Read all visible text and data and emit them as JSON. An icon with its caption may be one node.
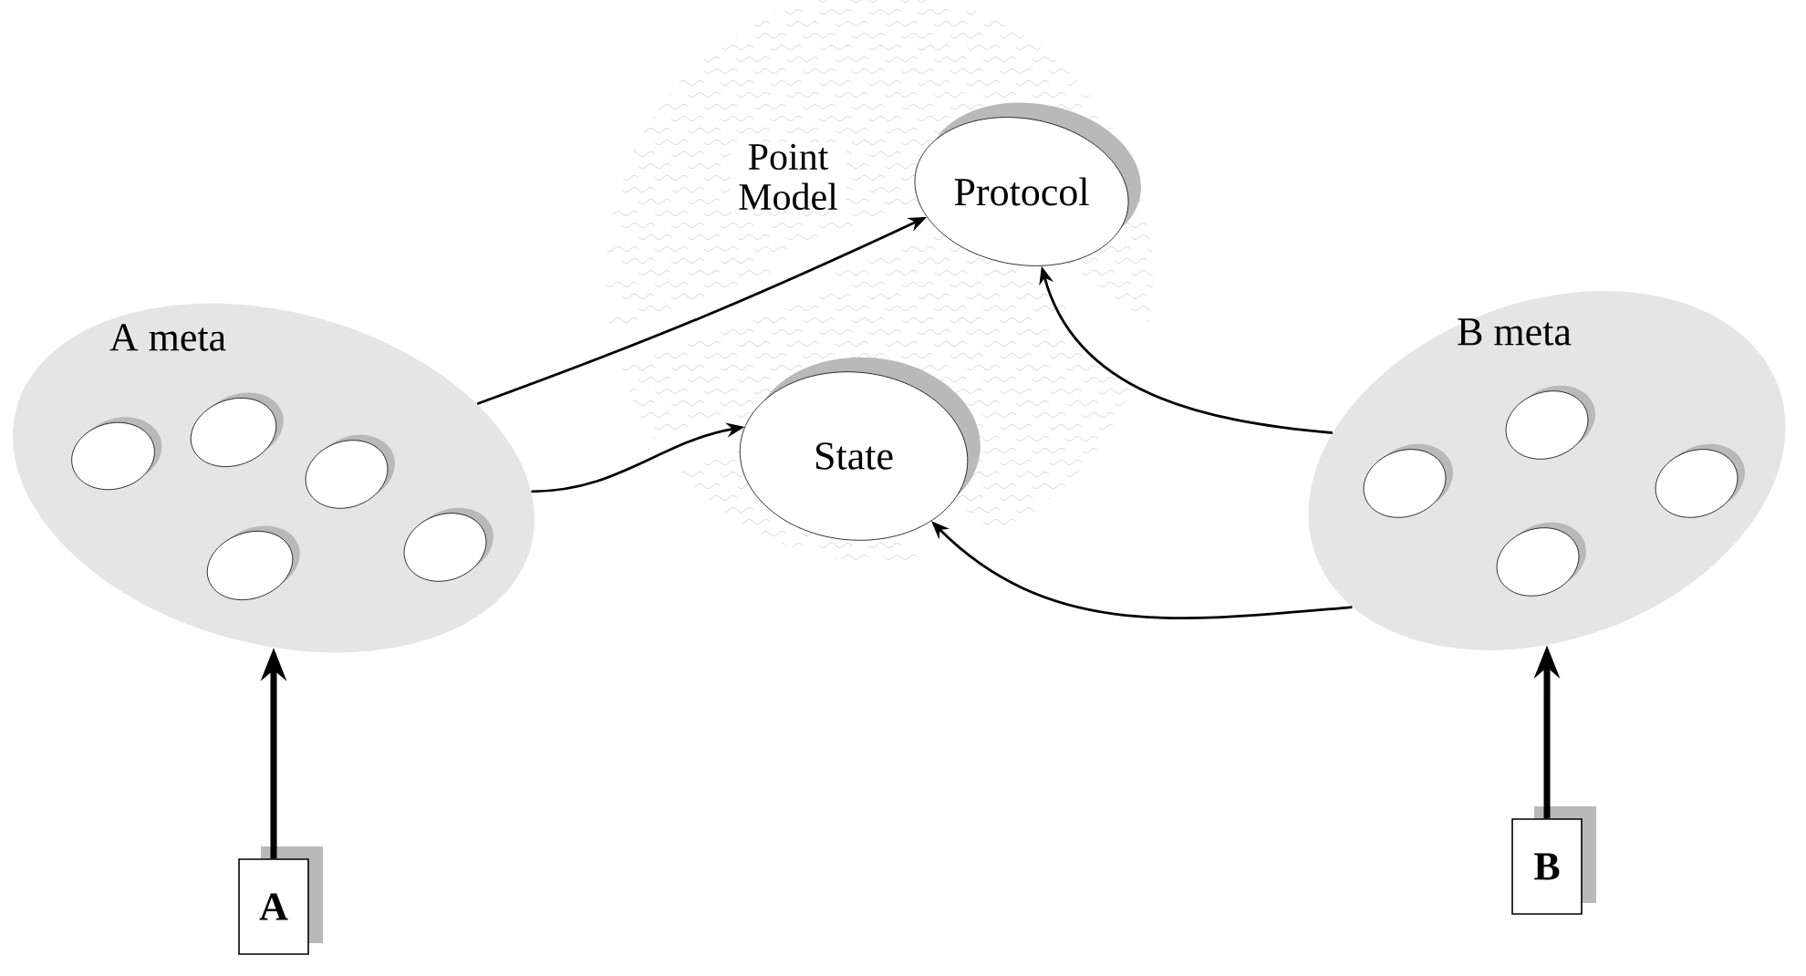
{
  "diagram": {
    "nodes": [
      {
        "text": [
          "Point Model"
        ]
      },
      {
        "text": [
          "Protocol"
        ],
        "in": 0
      },
      {
        "text": [
          "State"
        ],
        "in": 0
      },
      {
        "text": [
          "A meta"
        ]
      },
      {
        "text": [],
        "shape": "circle",
        "in": 3
      },
      {
        "text": [],
        "shape": "circle",
        "in": 3
      },
      {
        "text": [],
        "shape": "circle",
        "in": 3
      },
      {
        "text": [],
        "shape": "circle",
        "in": 3
      },
      {
        "text": [],
        "shape": "circle",
        "in": 3
      },
      {
        "text": [
          "B meta"
        ]
      },
      {
        "text": [],
        "shape": "circle",
        "in": 9
      },
      {
        "text": [],
        "shape": "circle",
        "in": 9
      },
      {
        "text": [],
        "shape": "circle",
        "in": 9
      },
      {
        "text": [],
        "shape": "circle",
        "in": 9
      },
      {
        "text": [
          "A"
        ]
      },
      {
        "text": [
          "B"
        ]
      }
    ],
    "edges": [
      {
        "from": 3,
        "to": 1,
        "arrow": "to"
      },
      {
        "from": 3,
        "to": 2,
        "arrow": "to"
      },
      {
        "from": 9,
        "to": 1,
        "arrow": "to"
      },
      {
        "from": 9,
        "to": 2,
        "arrow": "to"
      },
      {
        "from": 14,
        "to": 3,
        "arrow": "to",
        "style": "thick"
      },
      {
        "from": 15,
        "to": 9,
        "arrow": "to",
        "style": "thick"
      }
    ]
  }
}
